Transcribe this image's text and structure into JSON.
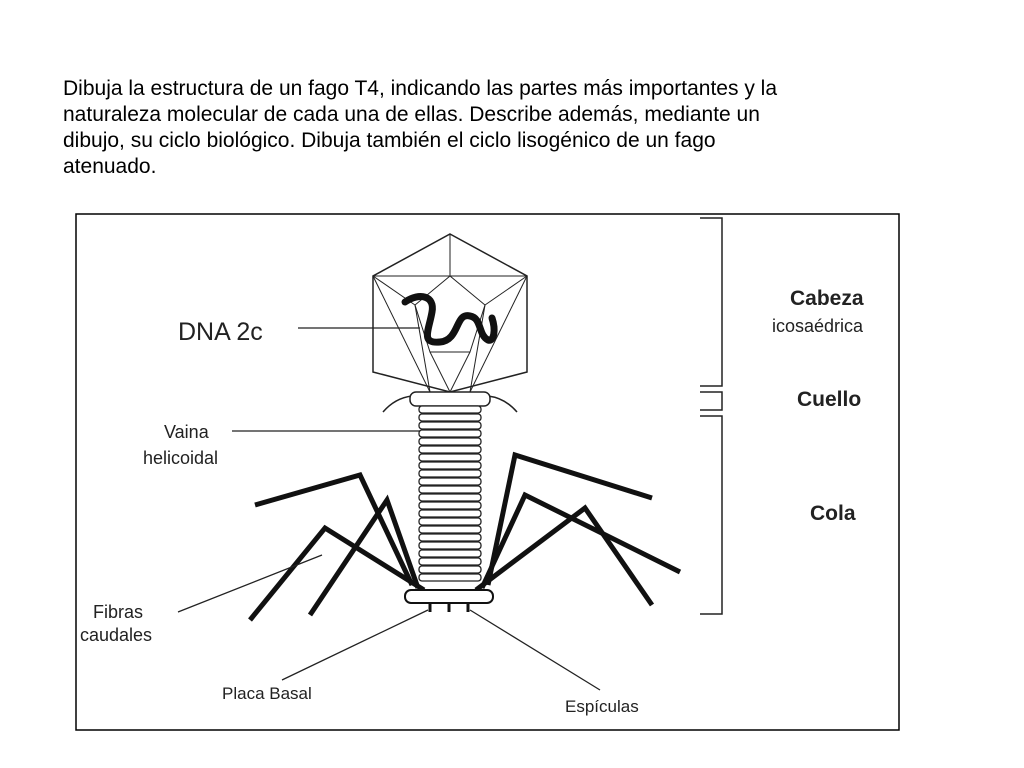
{
  "instructions": {
    "lines": [
      "Dibuja la estructura de un fago T4, indicando las partes más importantes y la",
      "naturaleza molecular de cada una de ellas. Describe además, mediante un",
      "dibujo, su ciclo biológico. Dibuja también el ciclo lisogénico de un fago",
      "atenuado."
    ]
  },
  "diagram": {
    "labels": {
      "dna": "DNA 2c",
      "vaina_1": "Vaina",
      "vaina_2": "helicoidal",
      "fibras_1": "Fibras",
      "fibras_2": "caudales",
      "placa": "Placa Basal",
      "espiculas": "Espículas",
      "cabeza_1": "Cabeza",
      "cabeza_2": "icosaédrica",
      "cuello": "Cuello",
      "cola": "Cola"
    }
  }
}
